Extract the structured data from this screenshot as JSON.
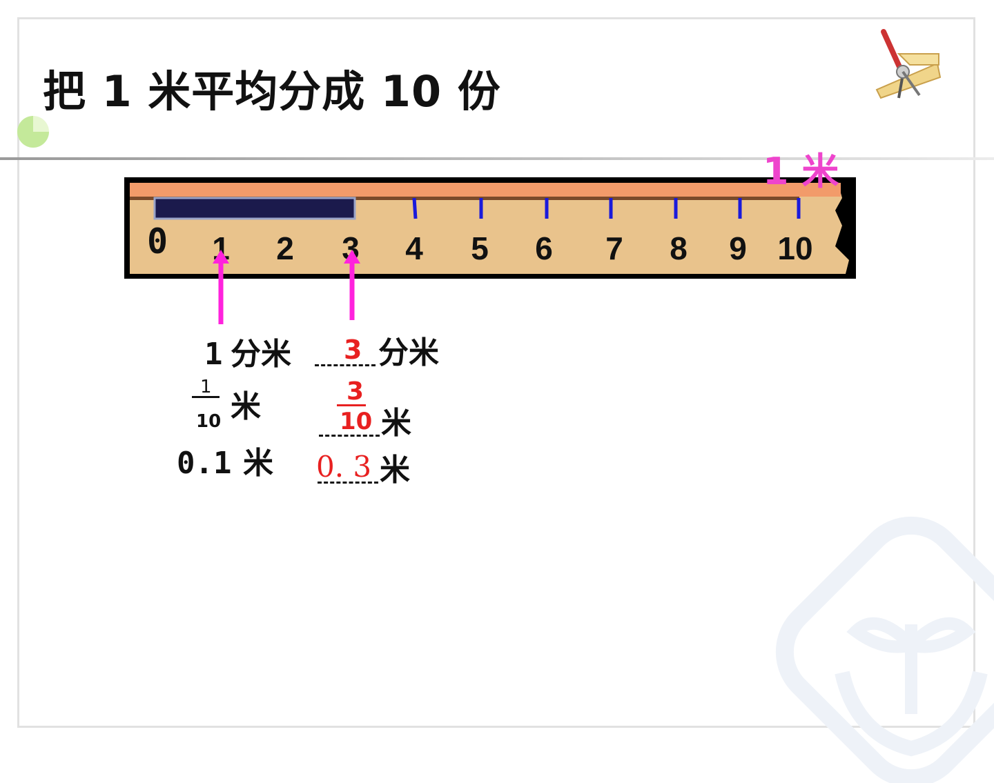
{
  "title": "把 1 米平均分成 10 份",
  "ruler": {
    "zero": "0",
    "ticks": [
      "1",
      "2",
      "3",
      "4",
      "5",
      "6",
      "7",
      "8",
      "9",
      "10"
    ],
    "shaded_parts": 3,
    "total_parts": 10,
    "meter_label": "1 米"
  },
  "left": {
    "dm_value": "1",
    "dm_unit": "分米",
    "frac_num": "1",
    "frac_den": "10",
    "frac_unit": "米",
    "dec_value": "0.1",
    "dec_unit": "米"
  },
  "right": {
    "dm_value": "3",
    "dm_unit": "分米",
    "frac_num": "3",
    "frac_den": "10",
    "frac_unit": "米",
    "dec_value": "0. 3",
    "dec_unit": "米"
  },
  "colors": {
    "answer": "#e82020",
    "arrow": "#ff22dd",
    "meter_label": "#ee44cc",
    "ruler_wood": "#e9c38c",
    "bar": "#1b1a4c",
    "tick": "#1a1adb"
  },
  "icons": [
    "drawing-tools-icon",
    "pie-dot-icon",
    "hands-sprout-watermark-icon"
  ]
}
